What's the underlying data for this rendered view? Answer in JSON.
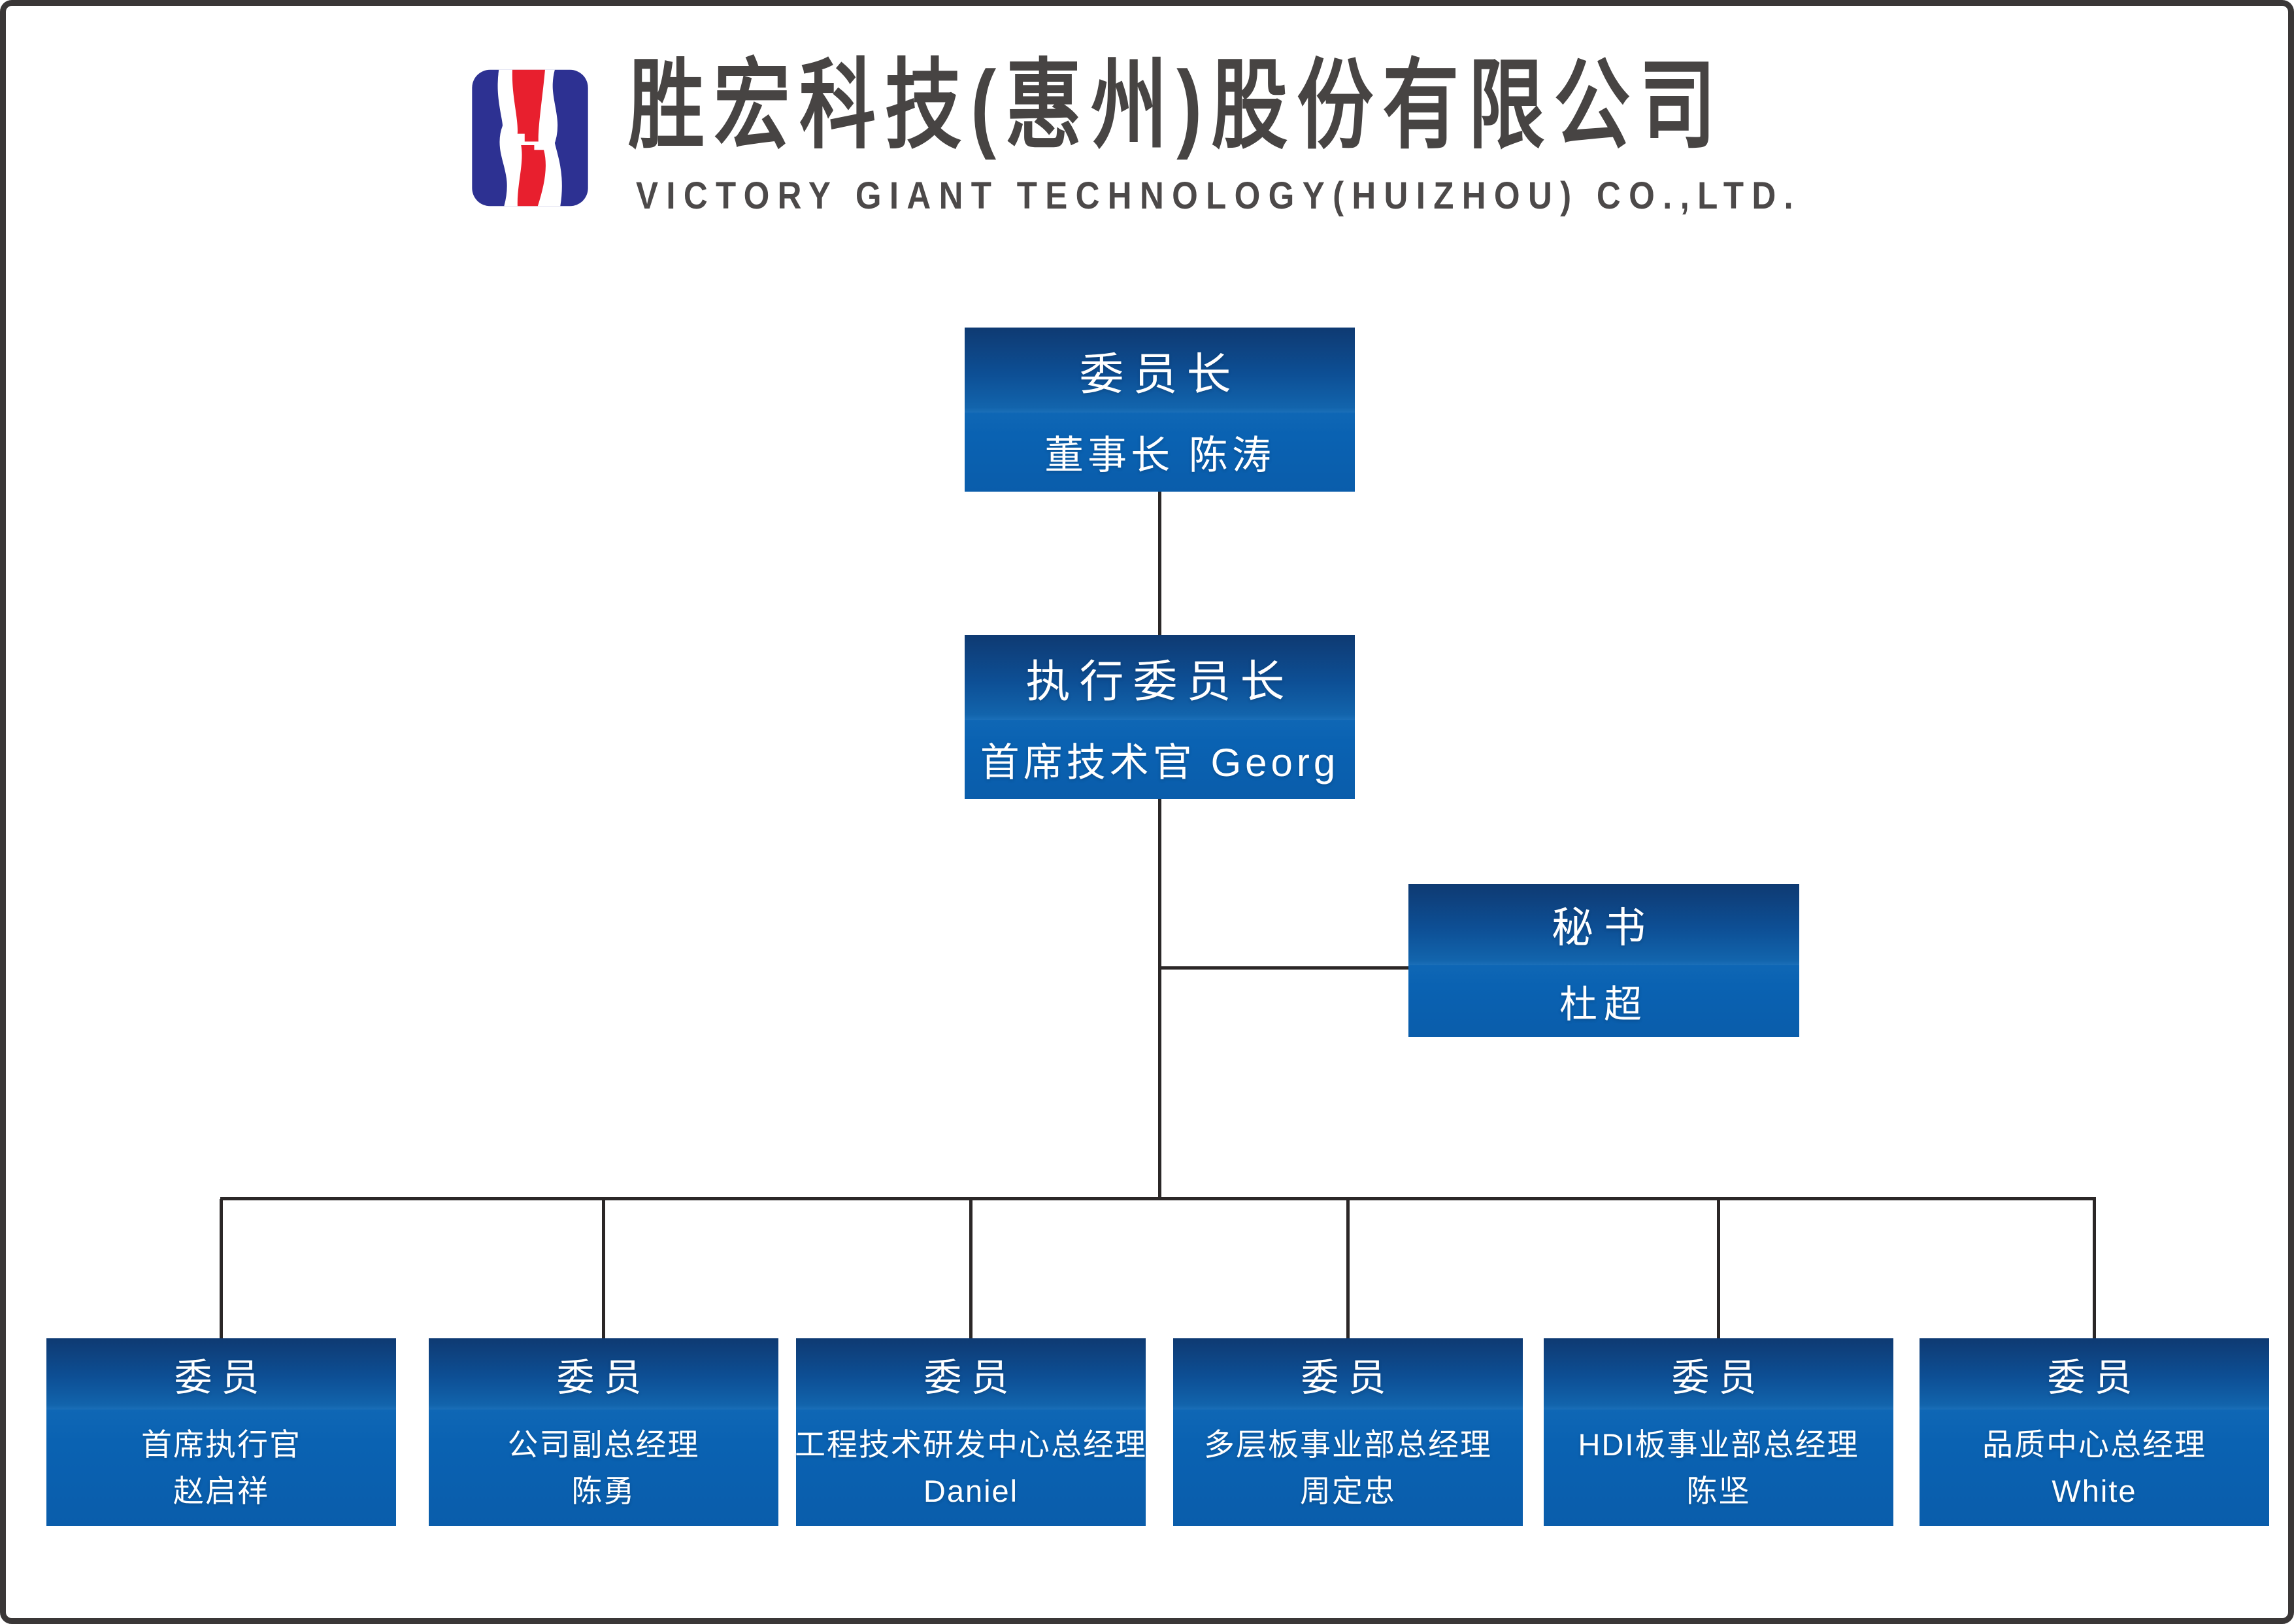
{
  "header": {
    "company_name_cn": "胜宏科技(惠州)股份有限公司",
    "company_name_en": "VICTORY GIANT TECHNOLOGY(HUIZHOU) CO.,LTD.",
    "logo_colors": {
      "blue": "#2d3192",
      "red": "#e81f2e",
      "white": "#ffffff"
    }
  },
  "chart": {
    "chairman": {
      "title": "委员长",
      "name": "董事长 陈涛"
    },
    "exec_chairman": {
      "title": "执行委员长",
      "name": "首席技术官 Georg"
    },
    "secretary": {
      "title": "秘书",
      "name": "杜超"
    },
    "members": [
      {
        "title": "委员",
        "role": "首席执行官",
        "person": "赵启祥"
      },
      {
        "title": "委员",
        "role": "公司副总经理",
        "person": "陈勇"
      },
      {
        "title": "委员",
        "role": "工程技术研发中心总经理",
        "person": "Daniel"
      },
      {
        "title": "委员",
        "role": "多层板事业部总经理",
        "person": "周定忠"
      },
      {
        "title": "委员",
        "role": "HDI板事业部总经理",
        "person": "陈坚"
      },
      {
        "title": "委员",
        "role": "品质中心总经理",
        "person": "White"
      }
    ],
    "colors": {
      "box_gradient_top": "#0e3a72",
      "box_gradient_seam": "#1b6fb8",
      "box_name_section": "#0a62b2",
      "connector_line": "#2b2727",
      "page_border": "#3a3737"
    }
  }
}
